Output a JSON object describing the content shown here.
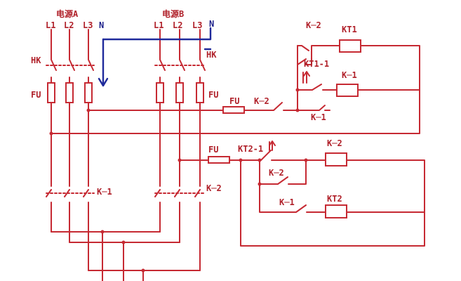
{
  "labels": {
    "source_a": "电源A",
    "source_b": "电源B",
    "a_l1": "L1",
    "a_l2": "L2",
    "a_l3": "L3",
    "b_l1": "L1",
    "b_l2": "L2",
    "b_l3": "L3",
    "neutral_top": "N",
    "neutral_b": "N",
    "hk_a": "HK",
    "hk_b": "HK",
    "fu_a": "FU",
    "fu_b": "FU",
    "fu_ctrl_1": "FU",
    "fu_ctrl_2": "FU",
    "km1_main": "K─1",
    "km2_main": "K─2",
    "km2_ctrl_top": "K─2",
    "kt1_coil": "KT1",
    "kt1_contact": "KT1-1",
    "km1_coil_label": "K─1",
    "km2_series": "K─2",
    "km1_ctrl_nc": "K─1",
    "kt2_contact": "KT2-1",
    "km2_coil_label": "K─2",
    "km2_hold": "K─2",
    "km1_ctrl_lower": "K─1",
    "kt2_coil": "KT2"
  },
  "colors": {
    "wire": "#c62a33",
    "neutral": "#1f2a9b",
    "text": "#b0212a"
  }
}
